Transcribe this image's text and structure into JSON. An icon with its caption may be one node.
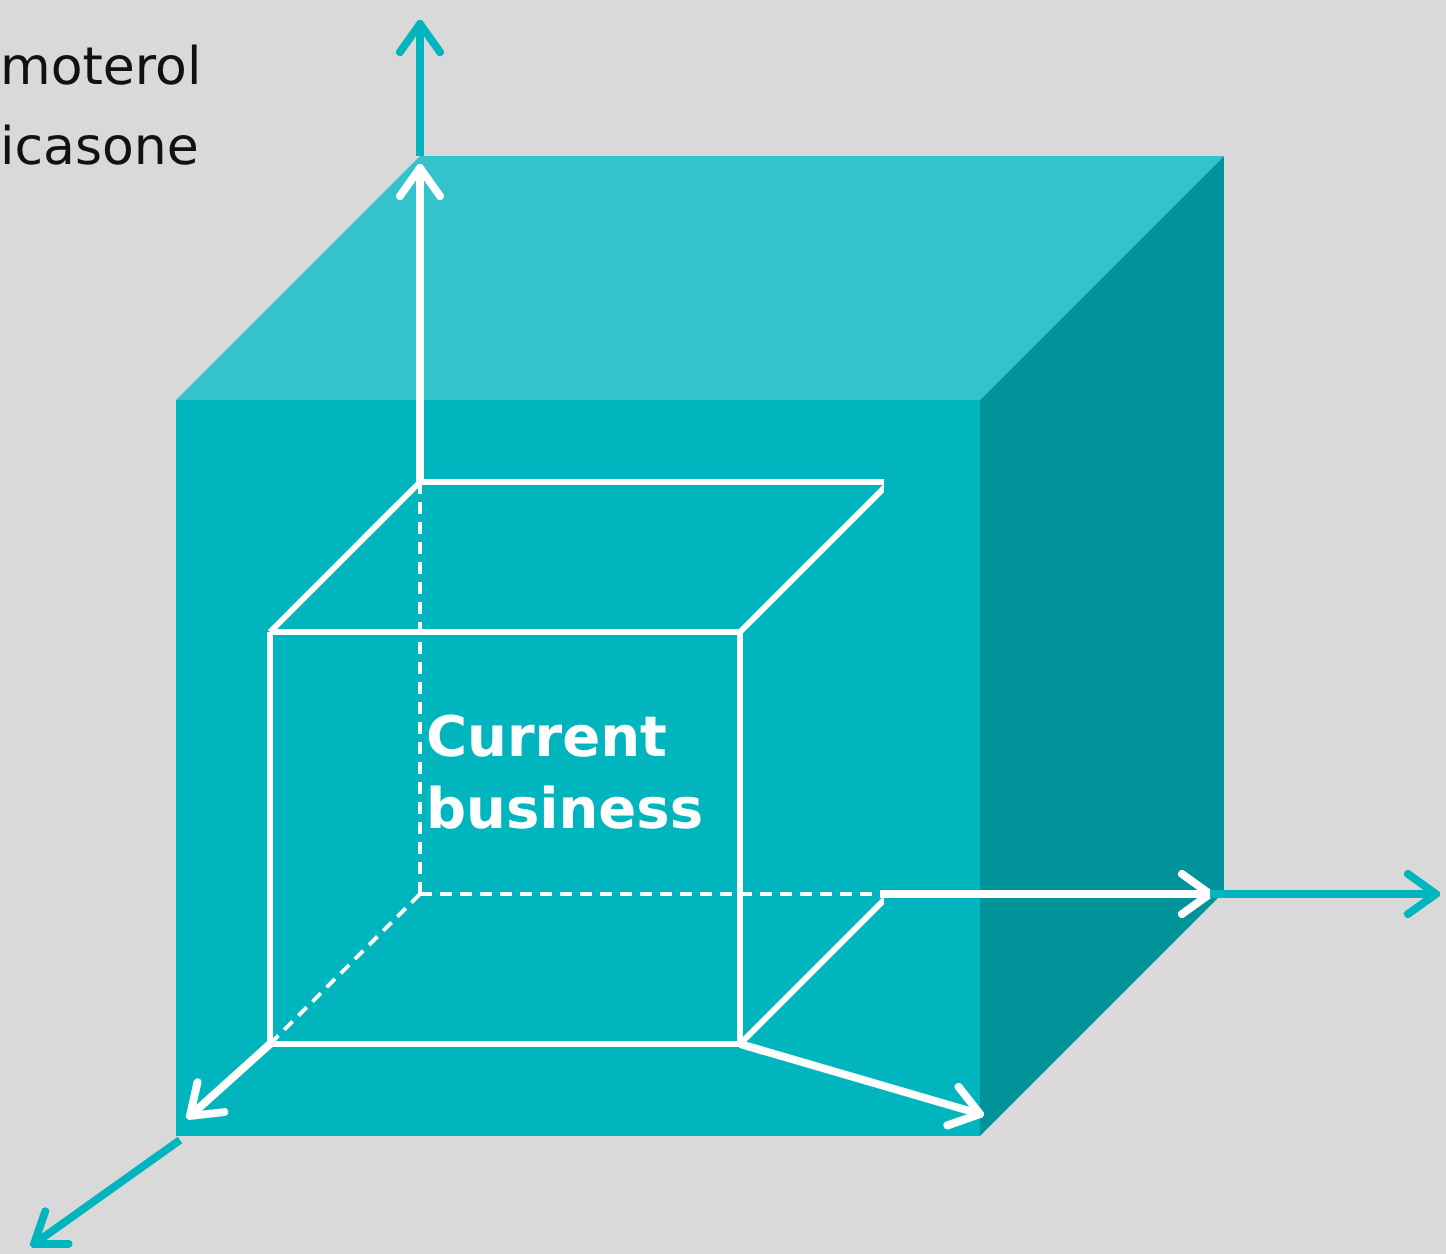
{
  "diagram": {
    "nodes": [
      {
        "text": [
          "Current business"
        ]
      }
    ],
    "labels": [
      "moterol",
      "icasone"
    ]
  }
}
